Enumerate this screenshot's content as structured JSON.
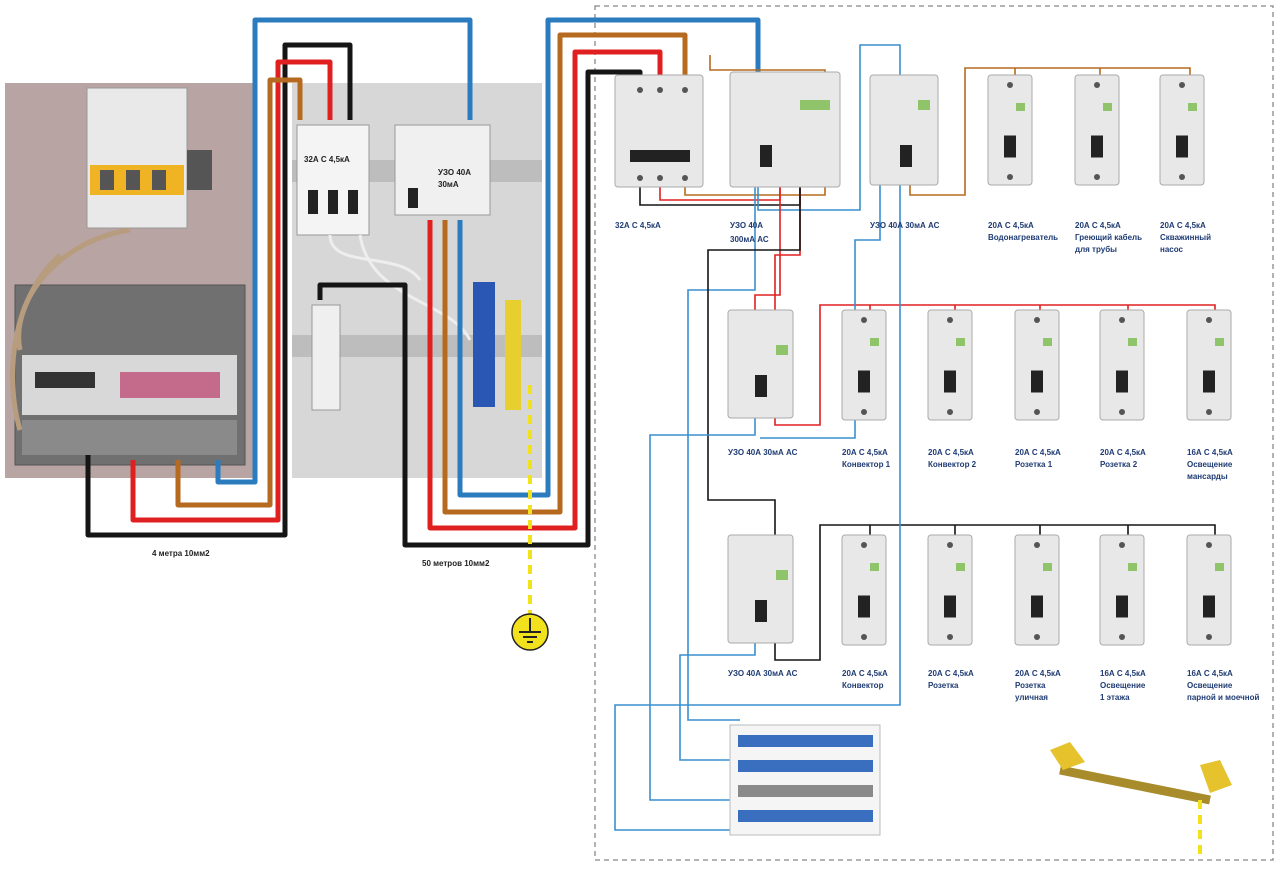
{
  "colors": {
    "wire_blue": "#2b7bbf",
    "wire_black": "#151515",
    "wire_red": "#e02020",
    "wire_brown": "#b56a1f",
    "wire_thin_blue": "#3a8fd0",
    "ground_yellow": "#f1e21d",
    "breaker_body": "#e8e8e8",
    "label_blue": "#1f3b73",
    "dashed_border": "#888888"
  },
  "left_panel": {
    "cable_label_1": "4 метра 10мм2",
    "cable_label_2": "50 метров 10мм2",
    "main_breaker_label": "32А С 4,5кА",
    "rcd_label_line1": "УЗО 40А",
    "rcd_label_line2": "30мА"
  },
  "ground_icon": "ground-symbol-icon",
  "row1": {
    "main": {
      "line1": "32А С 4,5кА"
    },
    "rcd1": {
      "line1": "УЗО 40А",
      "line2": "300мА АС"
    },
    "rcd2": {
      "line1": "УЗО 40А 30мА АС"
    },
    "breakers": [
      {
        "line1": "20А С 4,5кА",
        "line2": "Водонагреватель",
        "line3": ""
      },
      {
        "line1": "20А С 4,5кА",
        "line2": "Греющий кабель",
        "line3": "для трубы"
      },
      {
        "line1": "20А С 4,5кА",
        "line2": "Скважинный",
        "line3": "насос"
      }
    ]
  },
  "row2": {
    "rcd": {
      "line1": "УЗО 40А 30мА АС"
    },
    "breakers": [
      {
        "line1": "20А С 4,5кА",
        "line2": "Конвектор 1",
        "line3": ""
      },
      {
        "line1": "20А С 4,5кА",
        "line2": "Конвектор 2",
        "line3": ""
      },
      {
        "line1": "20А С 4,5кА",
        "line2": "Розетка 1",
        "line3": ""
      },
      {
        "line1": "20А С 4,5кА",
        "line2": "Розетка 2",
        "line3": ""
      },
      {
        "line1": "16А С 4,5кА",
        "line2": "Освещение",
        "line3": "мансарды"
      }
    ]
  },
  "row3": {
    "rcd": {
      "line1": "УЗО 40А 30мА АС"
    },
    "breakers": [
      {
        "line1": "20А С 4,5кА",
        "line2": "Конвектор",
        "line3": ""
      },
      {
        "line1": "20А С 4,5кА",
        "line2": "Розетка",
        "line3": ""
      },
      {
        "line1": "20А С 4,5кА",
        "line2": "Розетка",
        "line3": "уличная"
      },
      {
        "line1": "16А С 4,5кА",
        "line2": "Освещение",
        "line3": "1 этажа"
      },
      {
        "line1": "16А С 4,5кА",
        "line2": "Освещение",
        "line3": "парной и моечной"
      }
    ]
  }
}
